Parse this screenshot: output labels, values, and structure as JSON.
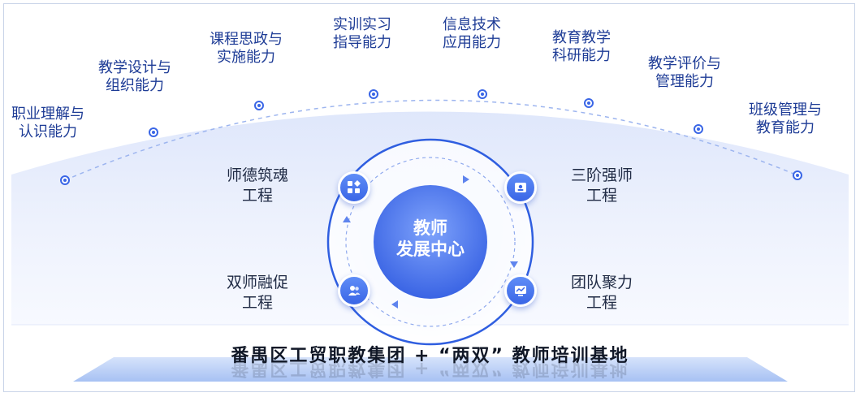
{
  "skills": [
    {
      "line1": "职业理解与",
      "line2": "认识能力"
    },
    {
      "line1": "教学设计与",
      "line2": "组织能力"
    },
    {
      "line1": "课程思政与",
      "line2": "实施能力"
    },
    {
      "line1": "实训实习",
      "line2": "指导能力"
    },
    {
      "line1": "信息技术",
      "line2": "应用能力"
    },
    {
      "line1": "教育教学",
      "line2": "科研能力"
    },
    {
      "line1": "教学评价与",
      "line2": "管理能力"
    },
    {
      "line1": "班级管理与",
      "line2": "教育能力"
    }
  ],
  "center": {
    "line1": "教师",
    "line2": "发展中心"
  },
  "projects": {
    "top_left": {
      "line1": "师德筑魂",
      "line2": "工程",
      "icon": "grid-apps-icon"
    },
    "top_right": {
      "line1": "三阶强师",
      "line2": "工程",
      "icon": "id-card-icon"
    },
    "bottom_left": {
      "line1": "双师融促",
      "line2": "工程",
      "icon": "users-icon"
    },
    "bottom_right": {
      "line1": "团队聚力",
      "line2": "工程",
      "icon": "chart-monitor-icon"
    }
  },
  "base": {
    "title": "番禺区工贸职教集团 + “两双” 教师培训基地"
  },
  "colors": {
    "accent": "#3a66e6",
    "text_blue": "#1e3c96",
    "dome": "#e9eefc"
  }
}
